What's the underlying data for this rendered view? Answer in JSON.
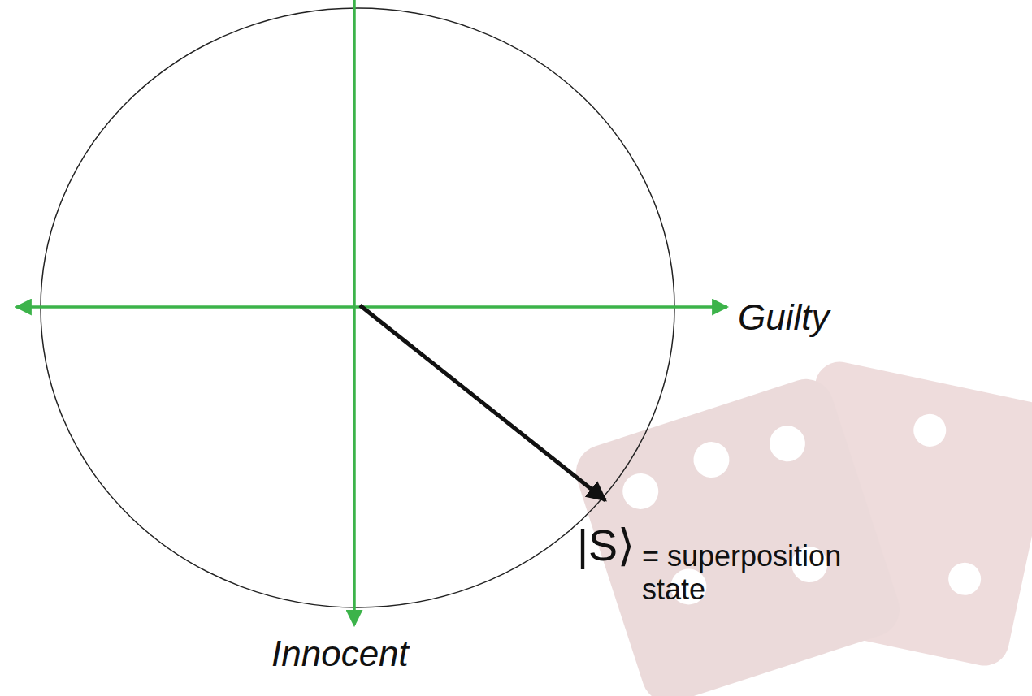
{
  "diagram": {
    "labels": [
      "Guilty",
      "Innocent",
      "|S⟩",
      "= superposition state"
    ]
  }
}
